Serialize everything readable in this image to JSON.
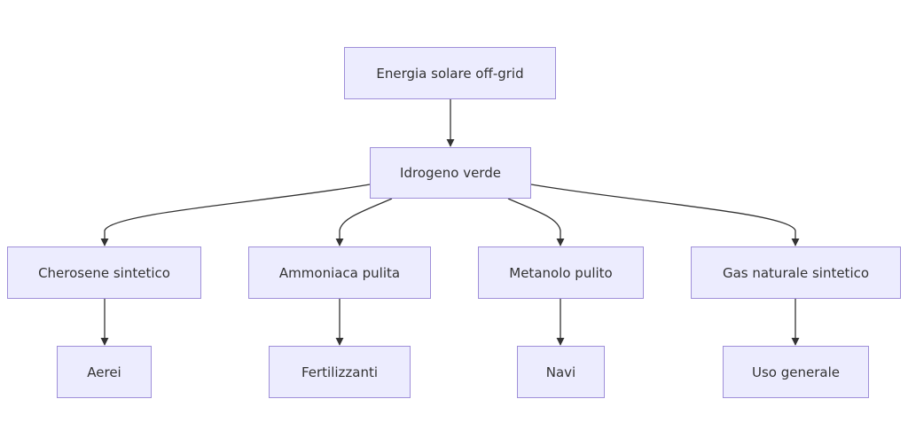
{
  "diagram": {
    "nodes": {
      "root": "Energia solare off-grid",
      "hydrogen": "Idrogeno verde",
      "kerosene": "Cherosene sintetico",
      "ammonia": "Ammoniaca pulita",
      "methanol": "Metanolo pulito",
      "gas": "Gas naturale sintetico",
      "aircraft": "Aerei",
      "fertilizers": "Fertilizzanti",
      "ships": "Navi",
      "general_use": "Uso generale"
    },
    "edges": [
      [
        "root",
        "hydrogen"
      ],
      [
        "hydrogen",
        "kerosene"
      ],
      [
        "hydrogen",
        "ammonia"
      ],
      [
        "hydrogen",
        "methanol"
      ],
      [
        "hydrogen",
        "gas"
      ],
      [
        "kerosene",
        "aircraft"
      ],
      [
        "ammonia",
        "fertilizers"
      ],
      [
        "methanol",
        "ships"
      ],
      [
        "gas",
        "general_use"
      ]
    ],
    "colors": {
      "node_fill": "#ececfe",
      "node_border": "#9f8fd9",
      "edge": "#333333",
      "text": "#333333"
    }
  }
}
